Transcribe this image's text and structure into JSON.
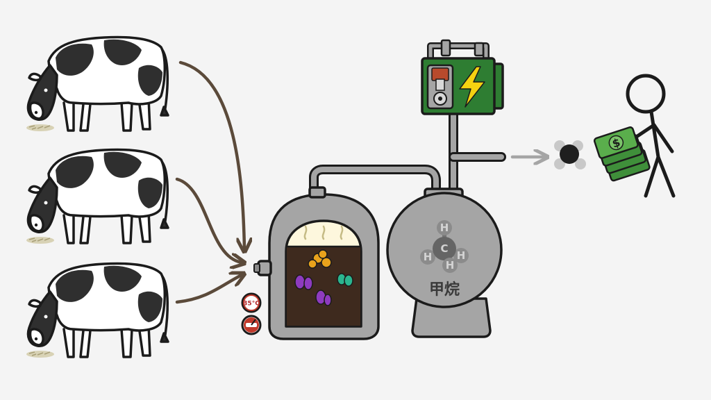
{
  "diagram": {
    "methane_label": "甲烷",
    "gauge_temperature": "35°C",
    "methane_formula": {
      "center": "C",
      "hydrogen": "H"
    },
    "money_symbol": "$"
  },
  "colors": {
    "background": "#f4f4f4",
    "arrow": "#5b4a3a",
    "tank_gray": "#a5a5a5",
    "slurry": "#3e2a1e",
    "generator_green": "#2e7d32",
    "lightning": "#f5d211",
    "money_green": "#3f8f3a",
    "gauge_red": "#c0392b"
  }
}
